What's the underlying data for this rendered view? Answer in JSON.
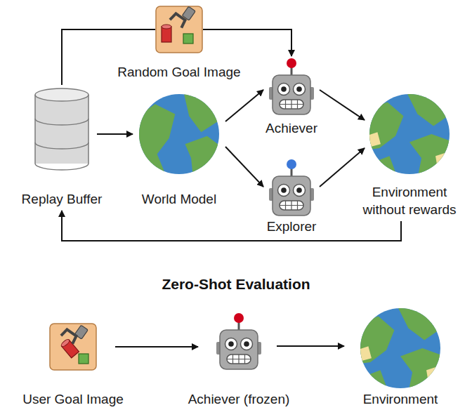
{
  "diagram": {
    "title": "Zero-Shot Evaluation",
    "nodes": [
      {
        "text": [
          "Random Goal Image"
        ]
      },
      {
        "text": [
          "Replay Buffer"
        ]
      },
      {
        "text": [
          "World Model"
        ]
      },
      {
        "text": [
          "Achiever"
        ]
      },
      {
        "text": [
          "Explorer"
        ]
      },
      {
        "text": [
          "Environment without rewards"
        ]
      },
      {
        "text": [
          "User Goal Image"
        ]
      },
      {
        "text": [
          "Achiever (frozen)"
        ]
      },
      {
        "text": [
          "Environment"
        ]
      }
    ],
    "edges": [
      {
        "from": 1,
        "to": 0,
        "arrow": "none"
      },
      {
        "from": 0,
        "to": 3,
        "arrow": "to"
      },
      {
        "from": 1,
        "to": 2,
        "arrow": "to"
      },
      {
        "from": 2,
        "to": 3,
        "arrow": "to"
      },
      {
        "from": 2,
        "to": 4,
        "arrow": "to"
      },
      {
        "from": 3,
        "to": 5,
        "arrow": "to"
      },
      {
        "from": 4,
        "to": 5,
        "arrow": "to"
      },
      {
        "from": 5,
        "to": 1,
        "arrow": "to"
      },
      {
        "from": 6,
        "to": 7,
        "arrow": "to"
      },
      {
        "from": 7,
        "to": 8,
        "arrow": "to"
      }
    ]
  }
}
